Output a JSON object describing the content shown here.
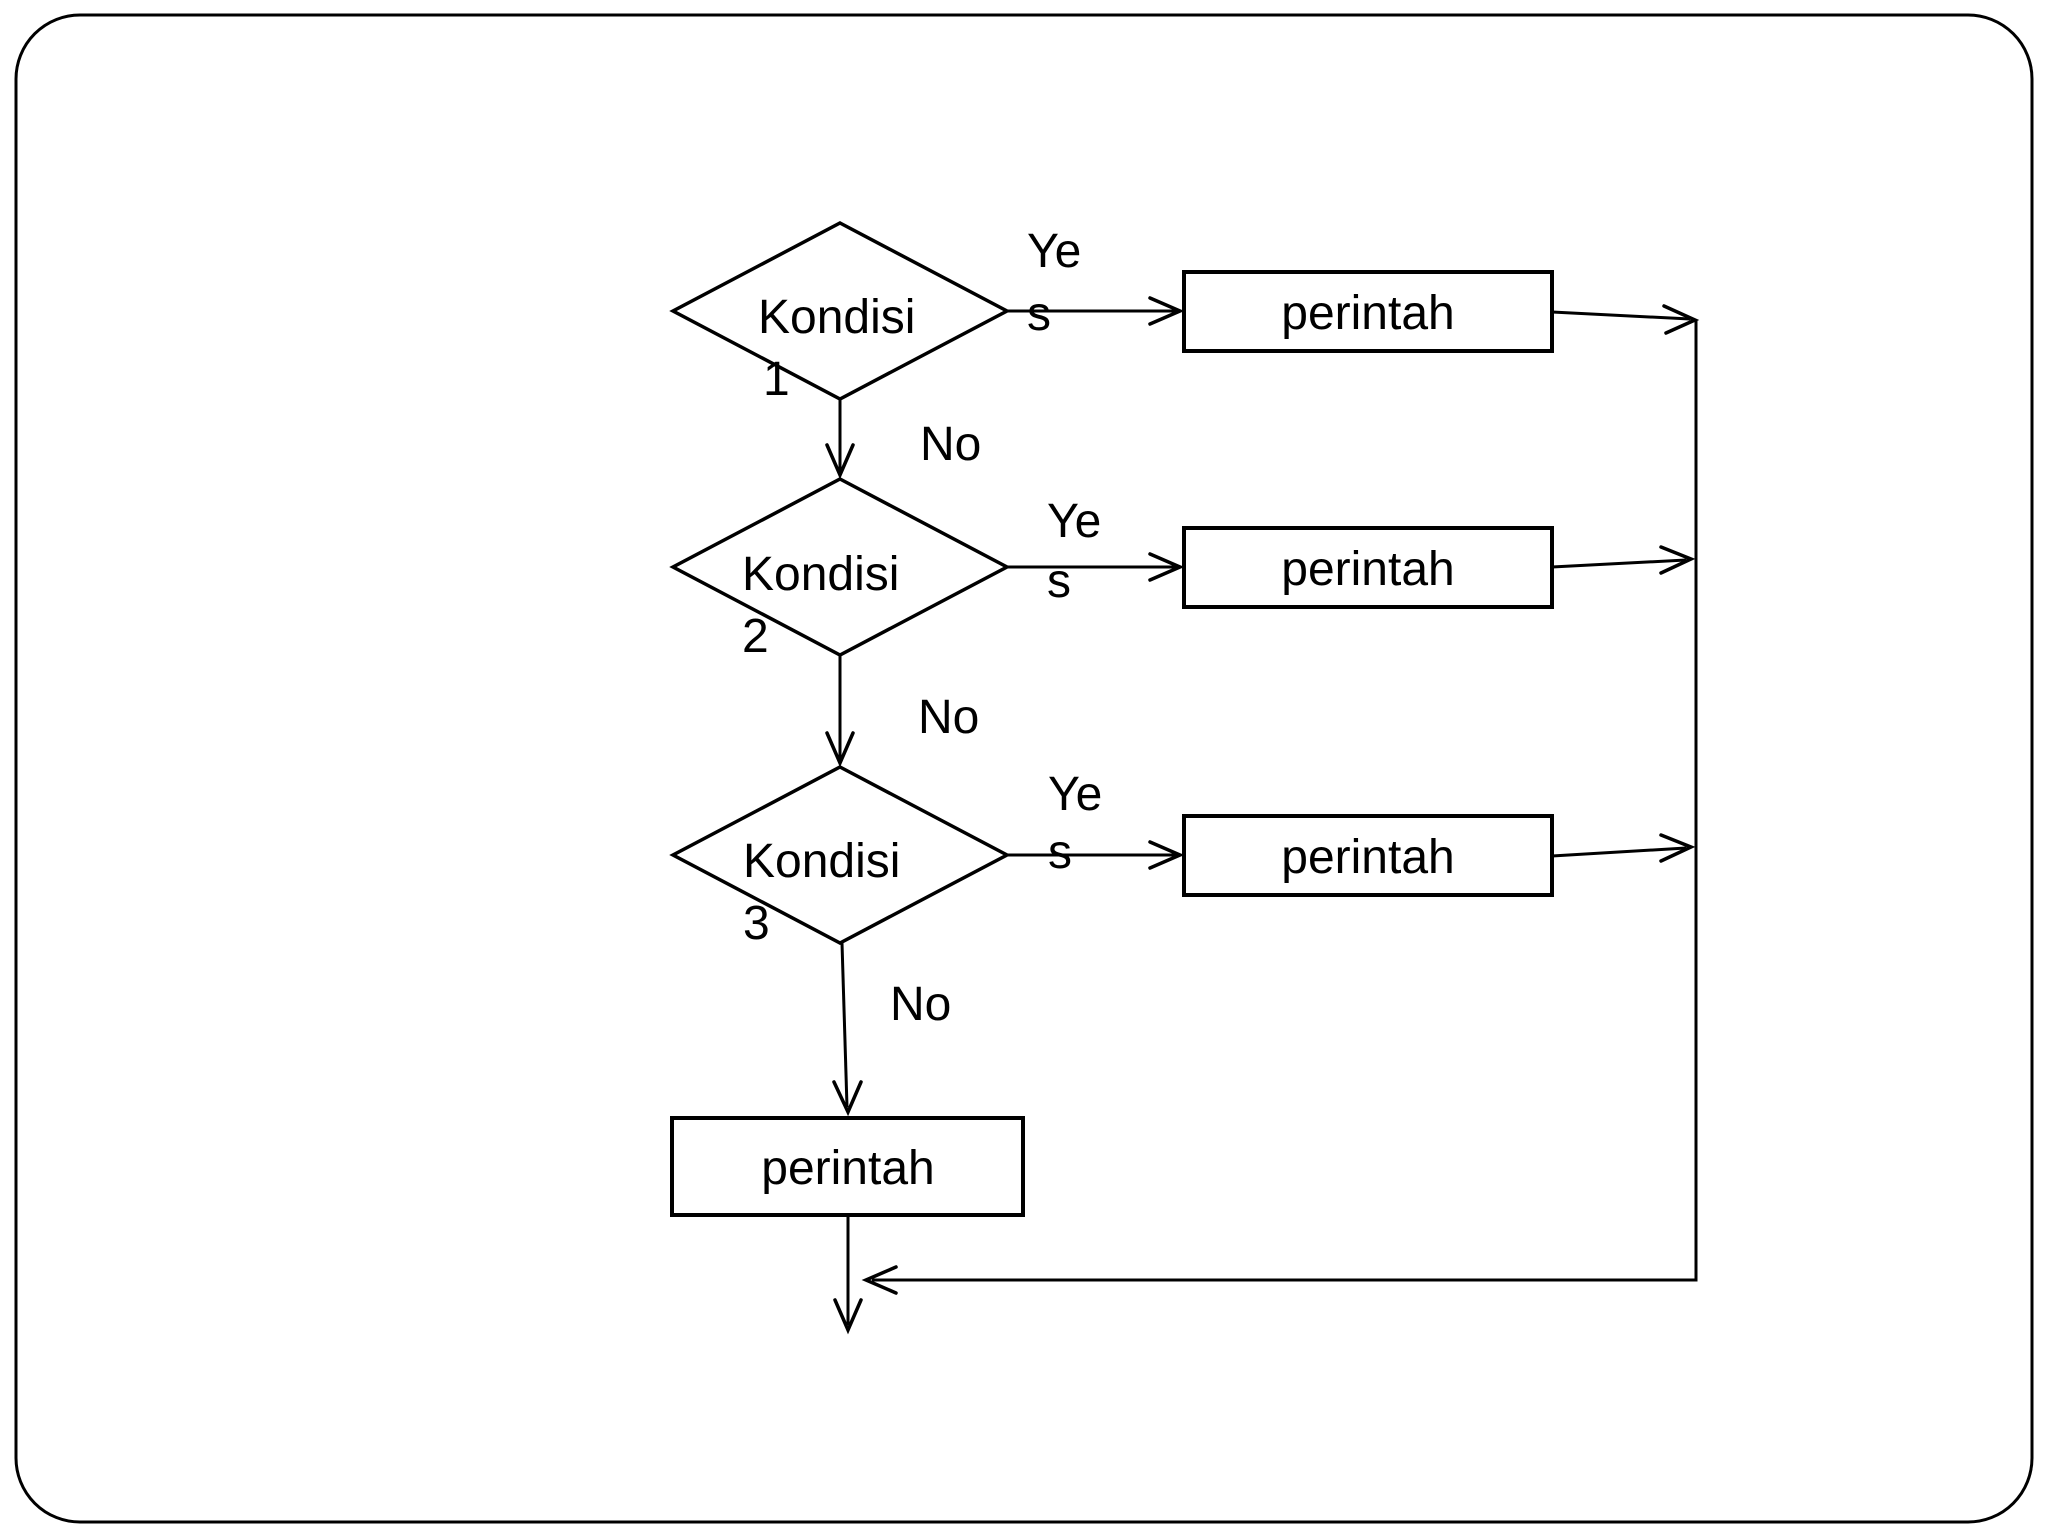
{
  "colors": {
    "ink": "#000000",
    "canvas": "#ffffff"
  },
  "flowchart": {
    "decision1": {
      "line1": "Kondisi",
      "line2": "1",
      "yes_line1": "Ye",
      "yes_line2": "s",
      "no_label": "No"
    },
    "decision2": {
      "line1": "Kondisi",
      "line2": "2",
      "yes_line1": "Ye",
      "yes_line2": "s",
      "no_label": "No"
    },
    "decision3": {
      "line1": "Kondisi",
      "line2": "3",
      "yes_line1": "Ye",
      "yes_line2": "s",
      "no_label": "No"
    },
    "process_yes1": {
      "label": "perintah"
    },
    "process_yes2": {
      "label": "perintah"
    },
    "process_yes3": {
      "label": "perintah"
    },
    "process_final": {
      "label": "perintah"
    }
  }
}
